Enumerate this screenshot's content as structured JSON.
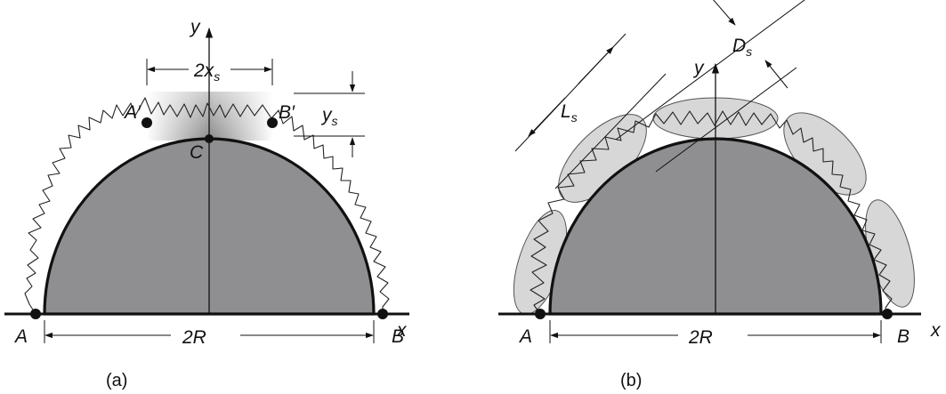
{
  "panel_a": {
    "caption": "(a)",
    "axis_y": "y",
    "axis_x": "x",
    "point_A": "A",
    "point_B": "B",
    "point_A_prime": "A′",
    "point_B_prime": "B′",
    "point_C": "C",
    "width_label": "2R",
    "xs_label": {
      "main": "2x",
      "sub": "s"
    },
    "ys_label": {
      "main": "y",
      "sub": "s"
    }
  },
  "panel_b": {
    "caption": "(b)",
    "axis_y": "y",
    "axis_x": "x",
    "point_A": "A",
    "point_B": "B",
    "width_label": "2R",
    "Ls_label": {
      "main": "L",
      "sub": "s"
    },
    "Ds_label": {
      "main": "D",
      "sub": "s"
    }
  }
}
